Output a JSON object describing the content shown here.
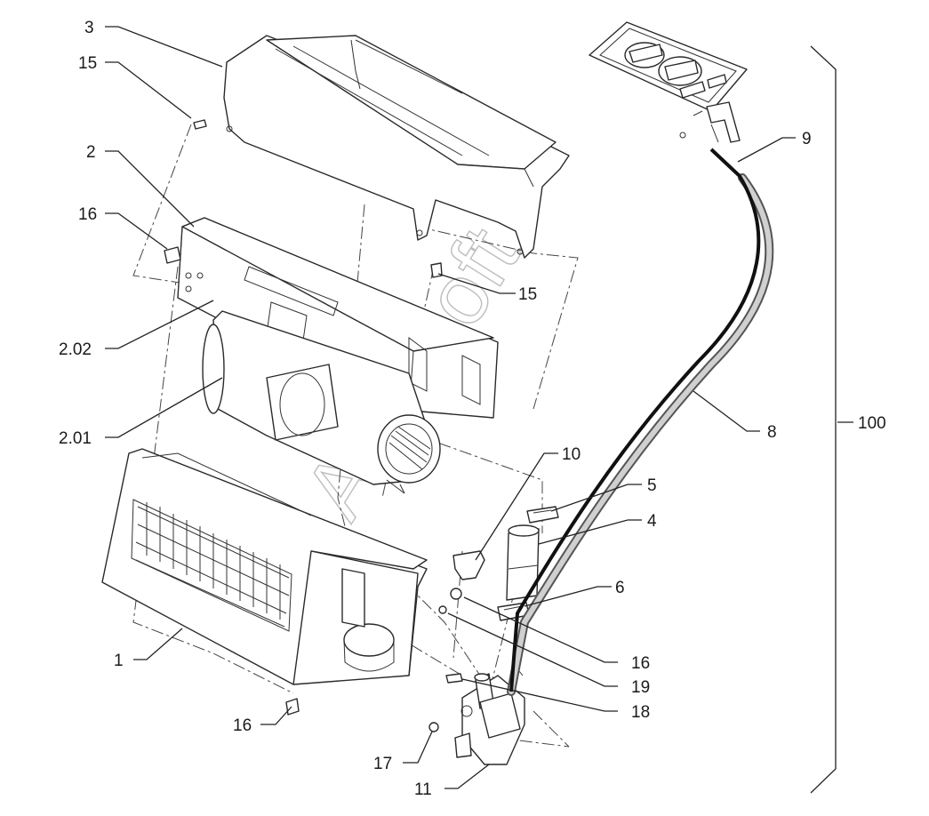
{
  "diagram": {
    "watermark": "AvtoSoft",
    "labels": {
      "l3": "3",
      "l15a": "15",
      "l2": "2",
      "l16a": "16",
      "l15b": "15",
      "l202": "2.02",
      "l201": "2.01",
      "l10": "10",
      "l5": "5",
      "l4": "4",
      "l6": "6",
      "l1": "1",
      "l16b": "16",
      "l19": "19",
      "l18": "18",
      "l16c": "16",
      "l17": "17",
      "l11": "11",
      "l9": "9",
      "l8": "8",
      "l100": "100"
    }
  }
}
